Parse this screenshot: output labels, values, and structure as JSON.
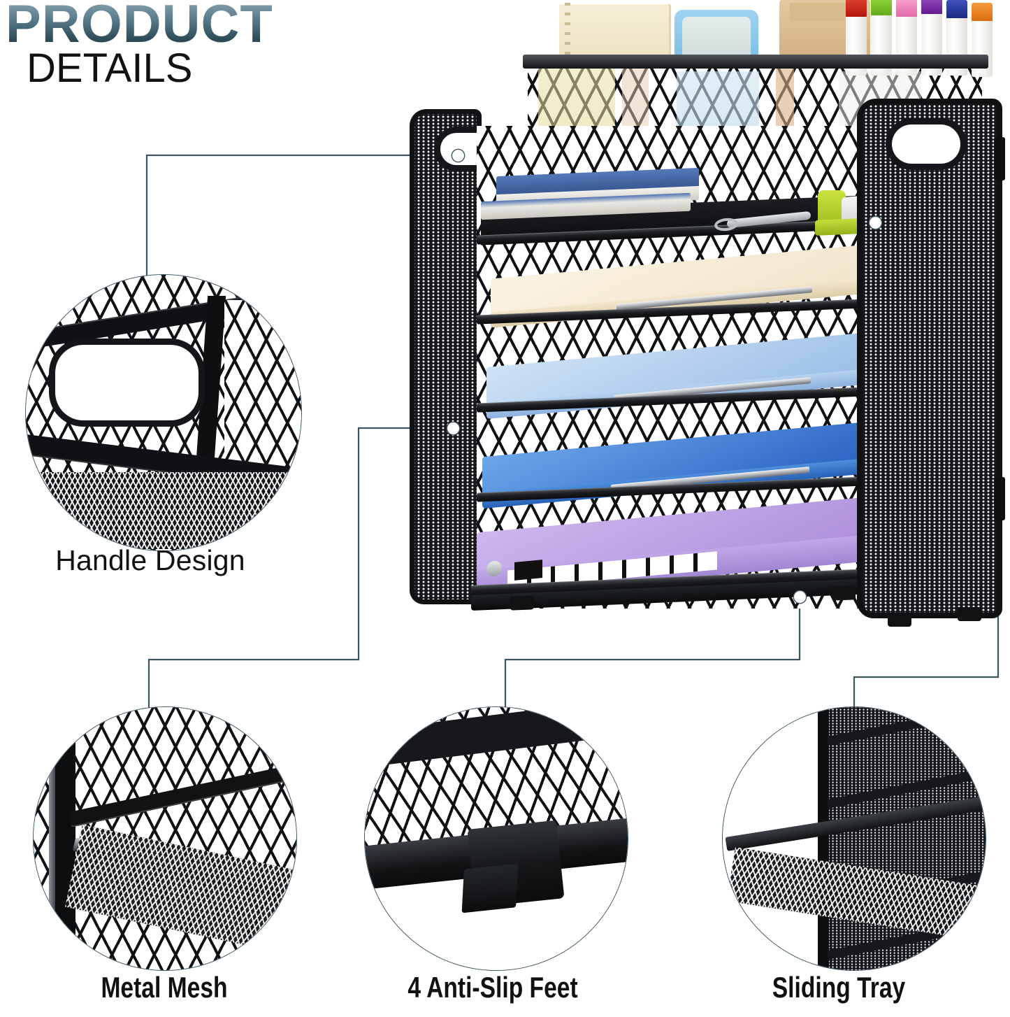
{
  "header": {
    "title_line1": "PRODUCT",
    "title_line2": "DETAILS",
    "title_gradient_top": "#8fa9b6",
    "title_gradient_bottom": "#20333c",
    "subtitle_color": "#121212"
  },
  "callouts": [
    {
      "id": "handle",
      "label": "Handle Design",
      "position": "upper-left"
    },
    {
      "id": "mesh",
      "label": "Metal Mesh",
      "position": "bottom-left"
    },
    {
      "id": "feet",
      "label": "4 Anti-Slip Feet",
      "position": "bottom-center"
    },
    {
      "id": "tray",
      "label": "Sliding Tray",
      "position": "bottom-right"
    }
  ],
  "connector": {
    "line_color": "#3c5560",
    "line_width": 2,
    "dot_color": "#ffffff",
    "dot_count": 4
  },
  "product": {
    "name": "mesh desk file organizer",
    "body_color": "#131416",
    "mesh_style": "diamond-lattice",
    "side_panel_style": "perforated",
    "handle_cutouts": 2,
    "tiers": 5,
    "feet": 4,
    "shelves": [
      {
        "index": 1,
        "content": "blue notebooks, scissors, stapler",
        "color": "#2f4f86"
      },
      {
        "index": 2,
        "content": "cream folder",
        "color": "#f3e7d2"
      },
      {
        "index": 3,
        "content": "light blue folder",
        "color": "#a9c6ea"
      },
      {
        "index": 4,
        "content": "blue folder",
        "color": "#2f6fd0"
      },
      {
        "index": 5,
        "content": "purple binder",
        "color": "#b49ae0"
      }
    ],
    "top_compartment": {
      "items": [
        "cream notepad",
        "blue case",
        "kraft clipboard",
        "marker set"
      ],
      "marker_cap_colors": [
        "#cf2017",
        "#7bc42a",
        "#ef86bd",
        "#7a2fa8",
        "#2b3fa0",
        "#ef8318"
      ]
    },
    "accessories": {
      "stapler_color": "#b3d233",
      "stapler_body": "#f0f0ee",
      "scissors_color": "#c9ccd1"
    }
  },
  "background": "#ffffff"
}
